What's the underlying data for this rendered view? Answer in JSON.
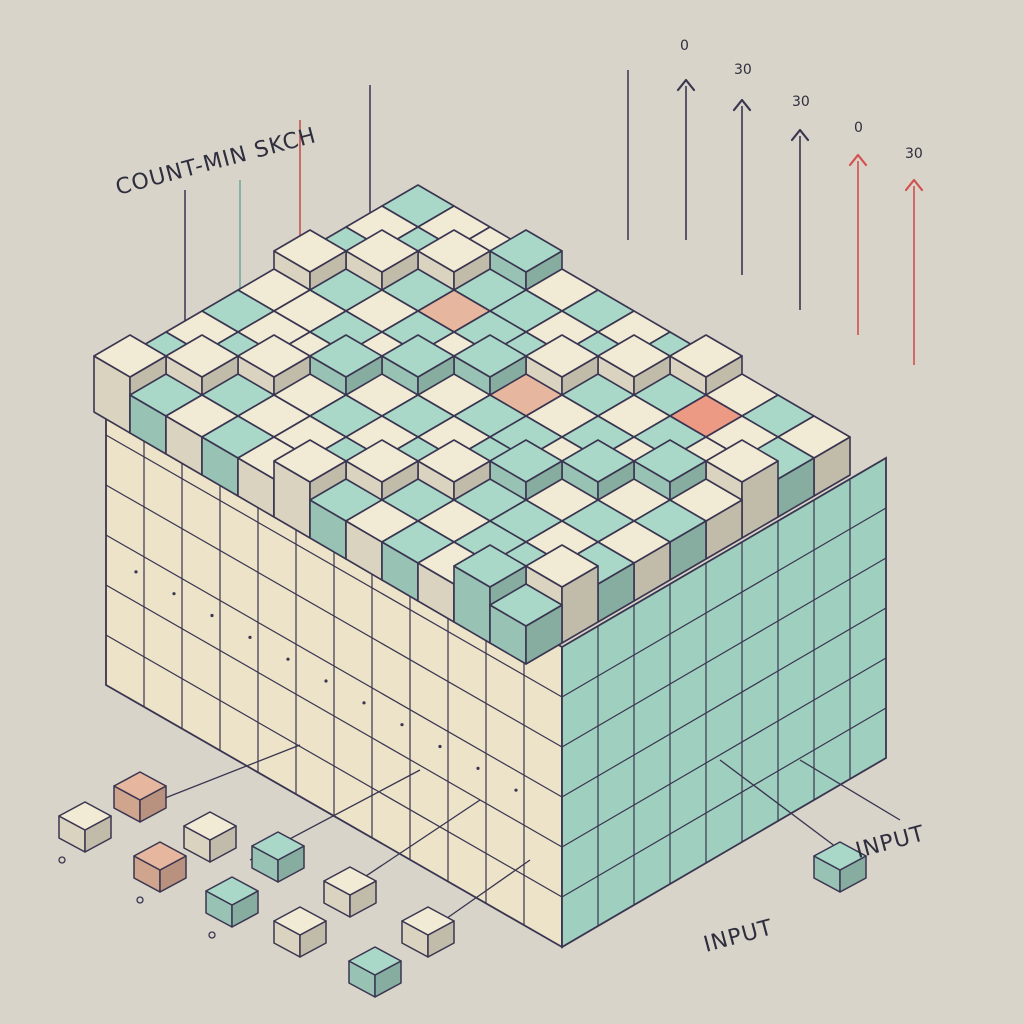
{
  "title": "COUNT-MIN SKCH",
  "input_labels": [
    "INPUT",
    "INPUT"
  ],
  "arrow_labels": [
    "0",
    "30",
    "30",
    "0",
    "30"
  ],
  "colors": {
    "background": "#d8d4c9",
    "cream": "#f1ead5",
    "mint": "#a9d8c8",
    "peach": "#e6b79e",
    "salmon": "#ec9a84",
    "outline": "#3a3550",
    "arrow_dark": "#3a3550",
    "arrow_red": "#d44f4f"
  }
}
